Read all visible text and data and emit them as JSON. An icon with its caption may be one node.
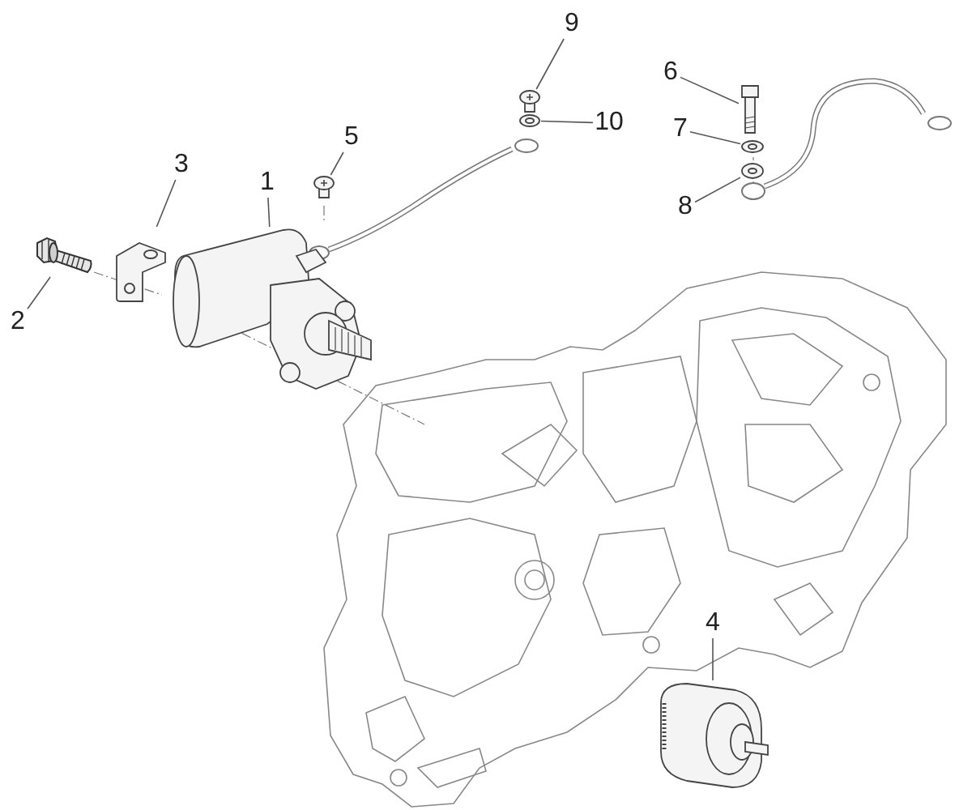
{
  "diagram": {
    "nodes": [
      {
        "text": [
          "1"
        ]
      },
      {
        "text": [
          "2"
        ]
      },
      {
        "text": [
          "3"
        ]
      },
      {
        "text": [
          "4"
        ]
      },
      {
        "text": [
          "5"
        ]
      },
      {
        "text": [
          "6"
        ]
      },
      {
        "text": [
          "7"
        ]
      },
      {
        "text": [
          "8"
        ]
      },
      {
        "text": [
          "9"
        ]
      },
      {
        "text": [
          "10"
        ]
      },
      {
        "text": [],
        "shape": "picture"
      },
      {
        "text": [],
        "shape": "picture"
      },
      {
        "text": [],
        "shape": "picture"
      },
      {
        "text": [],
        "shape": "picture"
      },
      {
        "text": [],
        "shape": "picture"
      },
      {
        "text": [],
        "shape": "picture"
      },
      {
        "text": [],
        "shape": "picture"
      },
      {
        "text": [],
        "shape": "picture"
      },
      {
        "text": [],
        "shape": "picture"
      },
      {
        "text": [],
        "shape": "picture"
      }
    ],
    "edges": [
      {
        "from": 0,
        "to": 10,
        "arrow": "none"
      },
      {
        "from": 1,
        "to": 11,
        "arrow": "none"
      },
      {
        "from": 2,
        "to": 12,
        "arrow": "none"
      },
      {
        "from": 3,
        "to": 13,
        "arrow": "none"
      },
      {
        "from": 4,
        "to": 14,
        "arrow": "none"
      },
      {
        "from": 5,
        "to": 15,
        "arrow": "none"
      },
      {
        "from": 6,
        "to": 16,
        "arrow": "none"
      },
      {
        "from": 7,
        "to": 17,
        "arrow": "none"
      },
      {
        "from": 8,
        "to": 18,
        "arrow": "none"
      },
      {
        "from": 9,
        "to": 19,
        "arrow": "none"
      }
    ]
  }
}
